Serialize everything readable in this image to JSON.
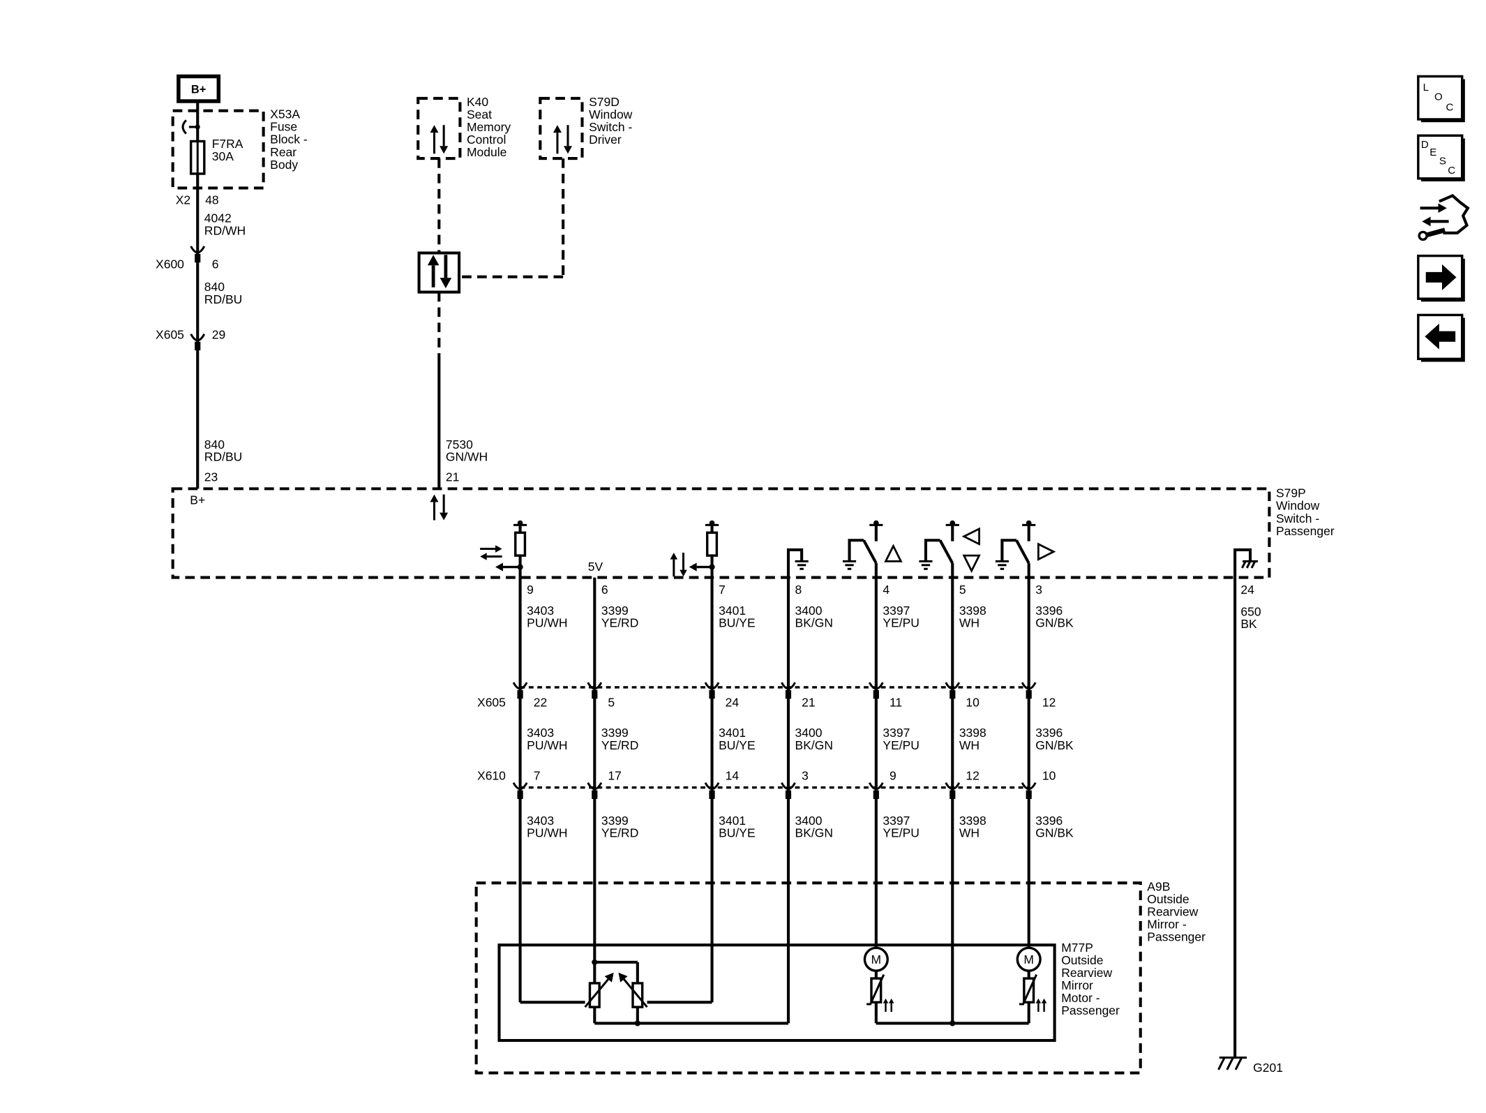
{
  "battery": {
    "label": "B+"
  },
  "fuse_block": {
    "lines": [
      "X53A",
      "Fuse",
      "Block -",
      "Rear",
      "Body"
    ]
  },
  "fuse": {
    "name": "F7RA",
    "rating": "30A"
  },
  "fuse_block_output": {
    "connector": "X2",
    "pin": "48"
  },
  "feed_wire_1": {
    "circuit": "4042",
    "color": "RD/WH"
  },
  "inline_x600": {
    "connector": "X600",
    "pin": "6"
  },
  "feed_wire_2": {
    "circuit": "840",
    "color": "RD/BU"
  },
  "inline_x605_feed": {
    "connector": "X605",
    "pin": "29"
  },
  "feed_wire_3": {
    "circuit": "840",
    "color": "RD/BU",
    "pin": "23"
  },
  "s79p_supply_label": "B+",
  "k40": {
    "lines": [
      "K40",
      "Seat",
      "Memory",
      "Control",
      "Module"
    ]
  },
  "s79d": {
    "lines": [
      "S79D",
      "Window",
      "Switch -",
      "Driver"
    ]
  },
  "data_wire": {
    "circuit": "7530",
    "color": "GN/WH",
    "pin": "21"
  },
  "s79p": {
    "lines": [
      "S79P",
      "Window",
      "Switch -",
      "Passenger"
    ]
  },
  "reference_5v": "5V",
  "inline_labels": {
    "x605": "X605",
    "x610": "X610"
  },
  "circuits": [
    {
      "pin": "9",
      "circuit": "3403",
      "color": "PU/WH",
      "x605_pin": "22",
      "x610_pin": "7"
    },
    {
      "pin": "6",
      "circuit": "3399",
      "color": "YE/RD",
      "x605_pin": "5",
      "x610_pin": "17"
    },
    {
      "pin": "7",
      "circuit": "3401",
      "color": "BU/YE",
      "x605_pin": "24",
      "x610_pin": "14"
    },
    {
      "pin": "8",
      "circuit": "3400",
      "color": "BK/GN",
      "x605_pin": "21",
      "x610_pin": "3"
    },
    {
      "pin": "4",
      "circuit": "3397",
      "color": "YE/PU",
      "x605_pin": "11",
      "x610_pin": "9"
    },
    {
      "pin": "5",
      "circuit": "3398",
      "color": "WH",
      "x605_pin": "10",
      "x610_pin": "12"
    },
    {
      "pin": "3",
      "circuit": "3396",
      "color": "GN/BK",
      "x605_pin": "12",
      "x610_pin": "10"
    }
  ],
  "ground_wire": {
    "pin": "24",
    "circuit": "650",
    "color": "BK",
    "ground": "G201"
  },
  "a9b": {
    "lines": [
      "A9B",
      "Outside",
      "Rearview",
      "Mirror -",
      "Passenger"
    ]
  },
  "m77p": {
    "lines": [
      "M77P",
      "Outside",
      "Rearview",
      "Mirror",
      "Motor -",
      "Passenger"
    ]
  },
  "motor_symbol": "M",
  "nav": {
    "loc": {
      "letters": [
        "L",
        "O",
        "C"
      ],
      "icon": "component-location-icon"
    },
    "desc": {
      "letters": [
        "D",
        "E",
        "S",
        "C"
      ],
      "icon": "component-description-icon"
    },
    "connector_icon": "connector-end-view-repair-icon",
    "next_icon": "right-arrow-icon",
    "prev_icon": "left-arrow-icon"
  },
  "colors": {
    "ink": "#000000",
    "background": "#ffffff"
  }
}
